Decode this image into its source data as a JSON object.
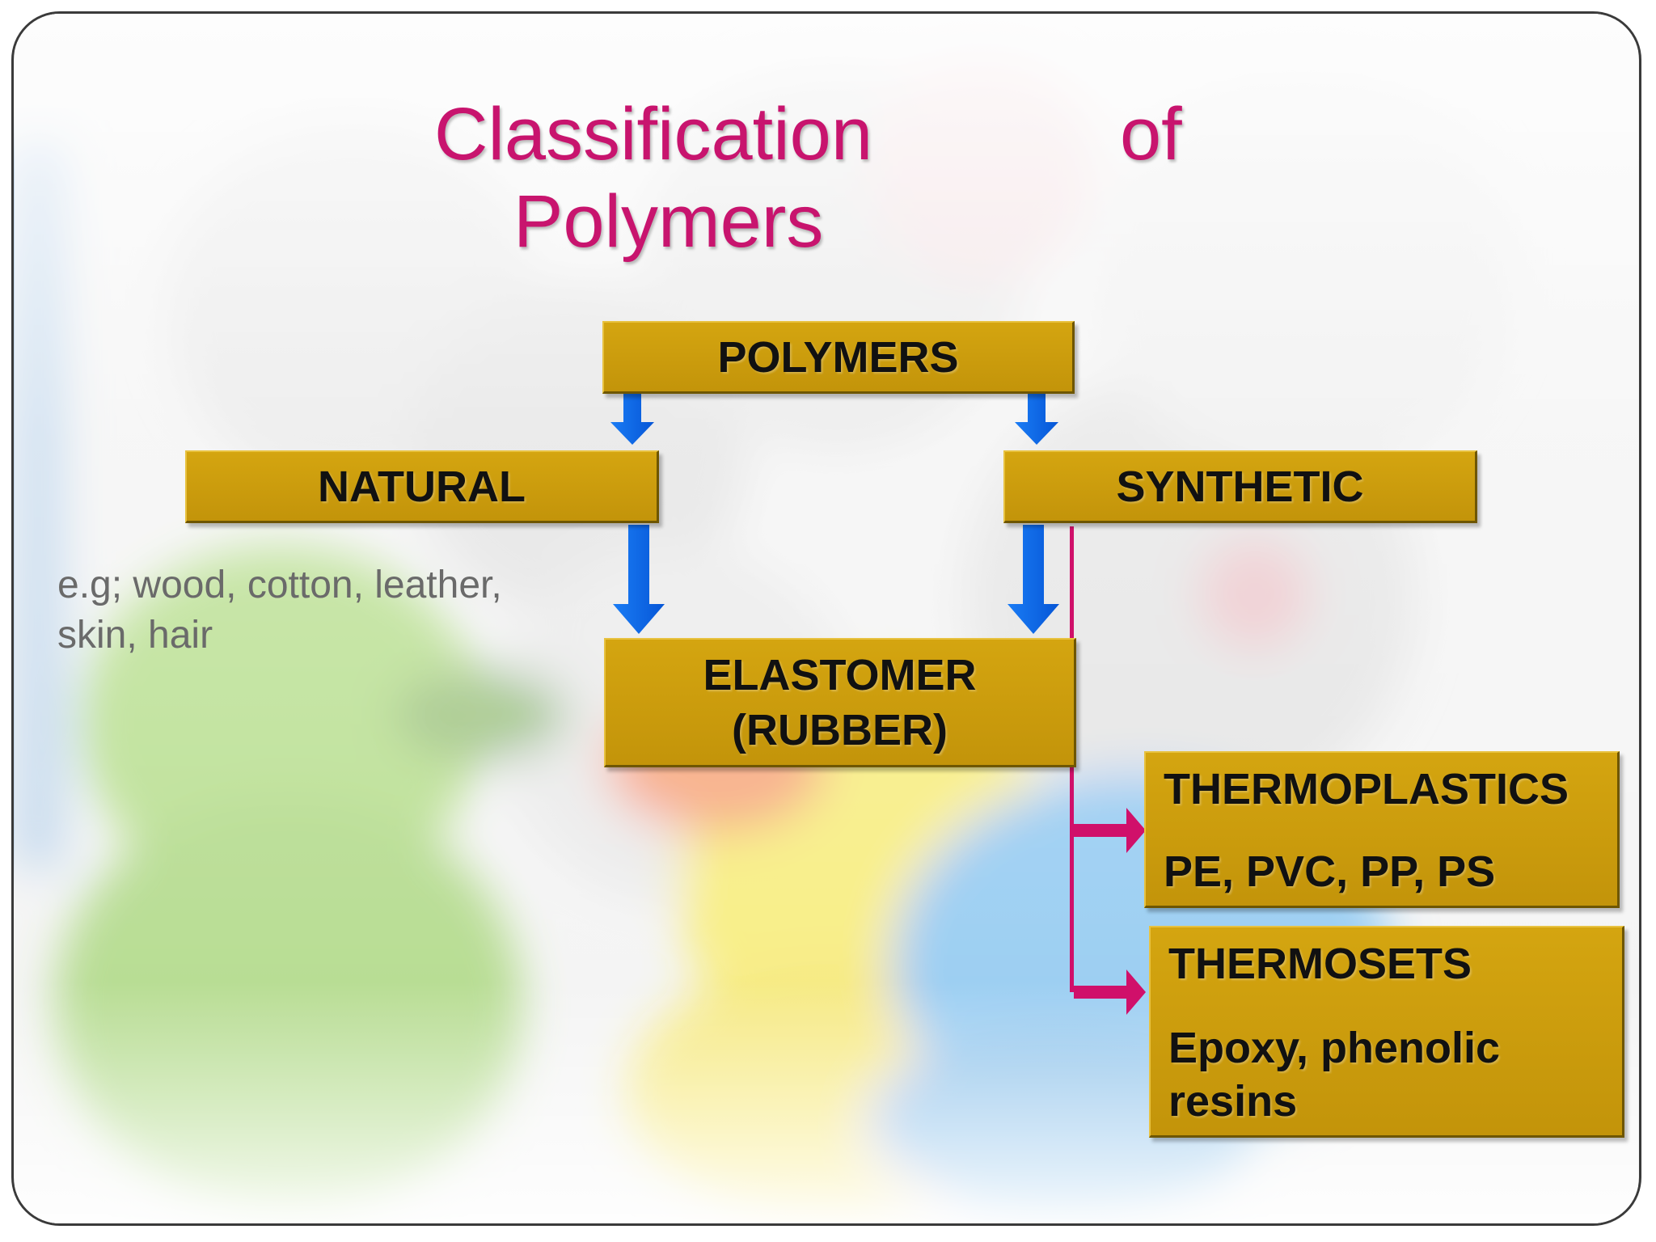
{
  "title": {
    "line1": "Classification",
    "of": "of",
    "line2": "Polymers"
  },
  "diagram": {
    "root": "POLYMERS",
    "natural": "NATURAL",
    "synthetic": "SYNTHETIC",
    "elastomer_line1": "ELASTOMER",
    "elastomer_line2": "(RUBBER)",
    "natural_examples_line1": "e.g; wood, cotton, leather,",
    "natural_examples_line2": "skin, hair",
    "thermoplastics": {
      "heading": "THERMOPLASTICS",
      "examples": "PE, PVC, PP, PS"
    },
    "thermosets": {
      "heading": "THERMOSETS",
      "examples_line1": "Epoxy, phenolic",
      "examples_line2": "resins"
    }
  },
  "colors": {
    "title": "#c8146e",
    "box_fill": "#c89b00",
    "blue_arrow": "#0a6ef0",
    "magenta_connector": "#d0106a"
  }
}
